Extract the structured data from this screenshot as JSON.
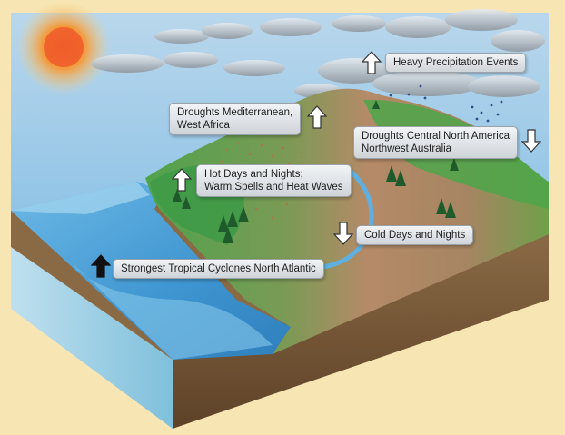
{
  "labels": {
    "heavy_precipitation": "Heavy Precipitation Events",
    "droughts_mediterranean_line1": "Droughts Mediterranean,",
    "droughts_mediterranean_line2": "West Africa",
    "droughts_na_line1": "Droughts Central North America",
    "droughts_na_line2": "Northwest Australia",
    "hot_days_line1": "Hot Days and Nights;",
    "hot_days_line2": "Warm Spells and Heat Waves",
    "cold_days": "Cold Days and Nights",
    "tropical_cyclones": "Strongest Tropical Cyclones North Atlantic"
  },
  "trends": {
    "heavy_precipitation": "up",
    "droughts_mediterranean": "up",
    "droughts_north_america": "down",
    "hot_days": "up",
    "cold_days": "down",
    "tropical_cyclones": "up"
  },
  "colors": {
    "background": "#f7e6b4",
    "sky": "#9ccbe8",
    "ocean": "#4fa4d8",
    "land_green": "#4d9f4a",
    "land_brown": "#b08866",
    "soil": "#7a5a3a",
    "arrow_outline": "#333333",
    "arrow_fill_light": "#ffffff",
    "arrow_fill_dark": "#111111"
  }
}
